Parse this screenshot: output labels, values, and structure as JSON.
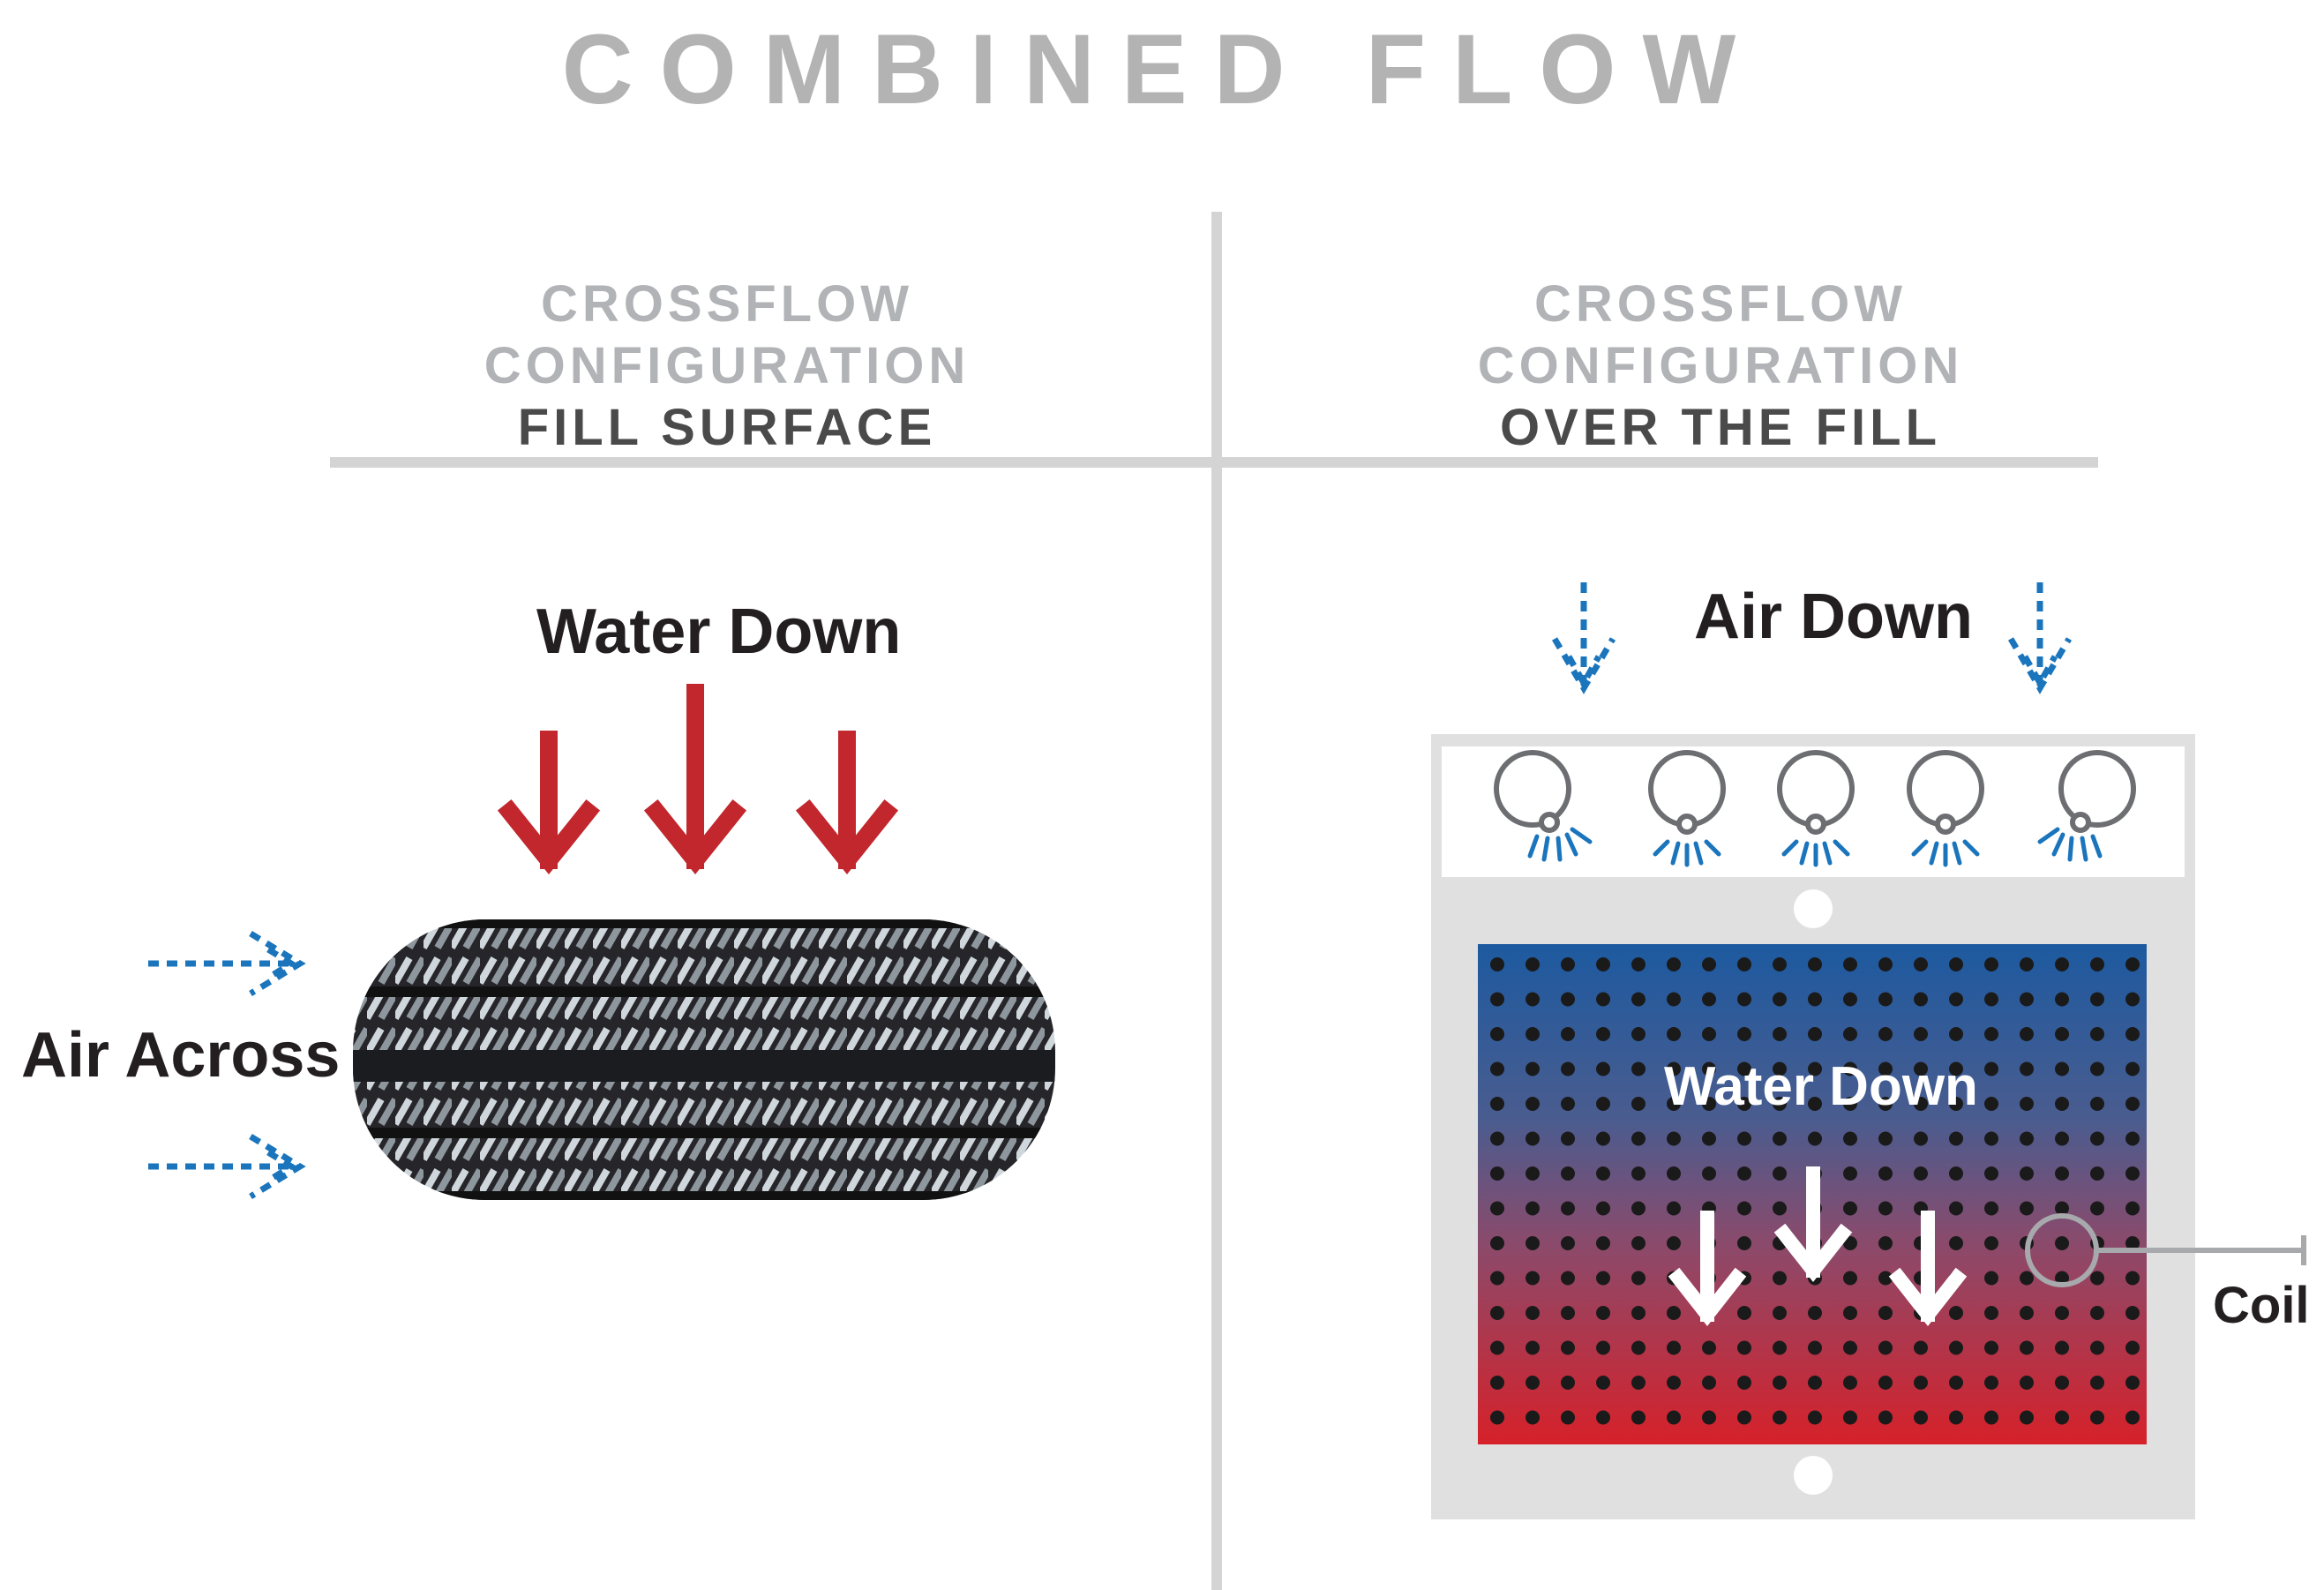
{
  "title": "COMBINED FLOW",
  "left_panel": {
    "heading_line1": "CROSSFLOW CONFIGURATION",
    "heading_line2": "FILL SURFACE",
    "water_label": "Water Down",
    "air_label": "Air Across"
  },
  "right_panel": {
    "heading_line1": "CROSSFLOW CONFIGURATION",
    "heading_line2": "OVER THE FILL",
    "air_label": "Air Down",
    "water_label": "Water Down",
    "coil_label": "Coil"
  },
  "colors": {
    "water_arrow": "#c1272d",
    "air_arrow": "#1b75bc",
    "gradient_top": "#1d5aa0",
    "gradient_bottom": "#d6212a",
    "divider": "#d4d4d4"
  }
}
